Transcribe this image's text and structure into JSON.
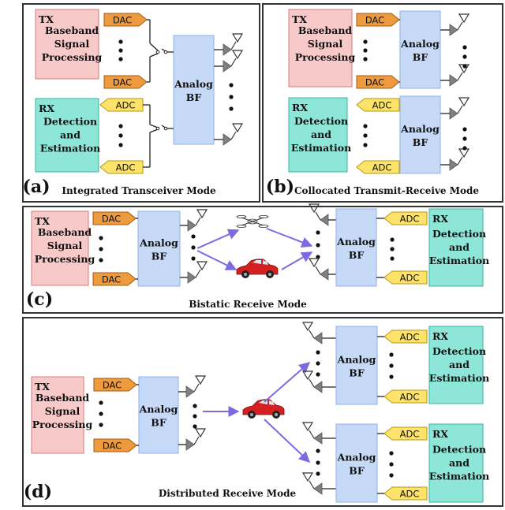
{
  "labels": {
    "tx": "TX",
    "rx": "RX",
    "dac": "DAC",
    "adc": "ADC",
    "bf1": "Analog",
    "bf2": "BF",
    "baseband1": "Baseband",
    "baseband2": "Signal",
    "baseband3": "Processing",
    "det1": "Detection",
    "det2": "and",
    "det3": "Estimation"
  },
  "panels": [
    {
      "letter": "(a)",
      "caption": "Integrated Transceiver Mode"
    },
    {
      "letter": "(b)",
      "caption": "Collocated Transmit-Receive Mode"
    },
    {
      "letter": "(c)",
      "caption": "Bistatic Receive Mode"
    },
    {
      "letter": "(d)",
      "caption": "Distributed Receive Mode"
    }
  ],
  "colors": {
    "tx_fill": "#f8c9c9",
    "rx_fill": "#8ee6d8",
    "bf_fill": "#c6daf7",
    "dac_fill": "#ee9a3f",
    "adc_fill": "#fde36a",
    "arrow": "#7a6be0",
    "antenna": "#808080",
    "car": "#d42020"
  }
}
